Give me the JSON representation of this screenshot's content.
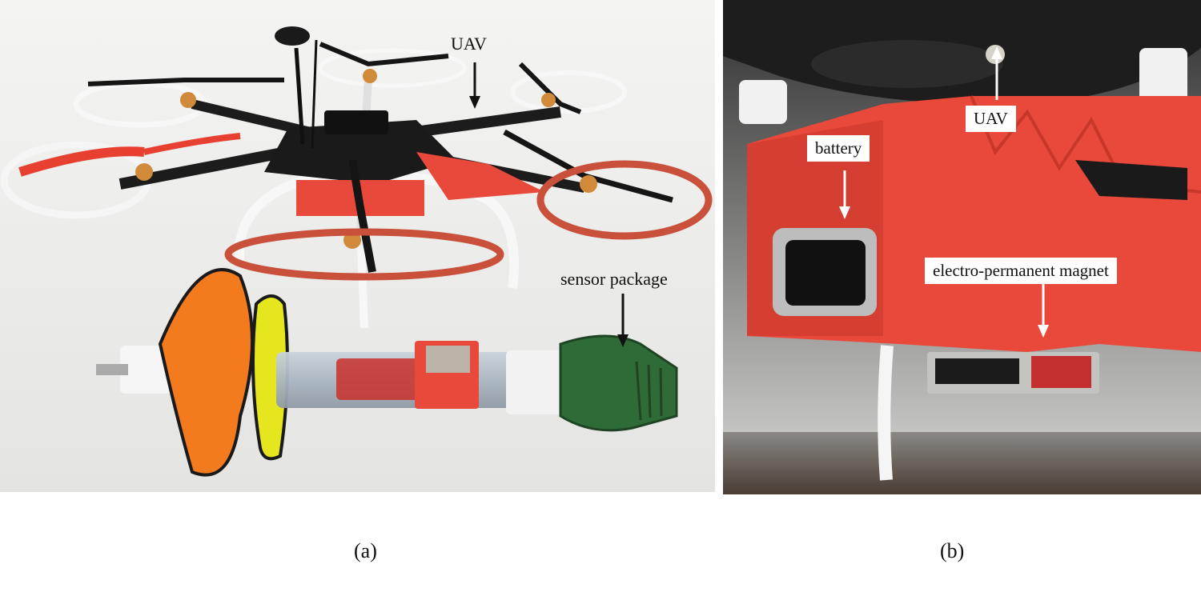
{
  "panel_a": {
    "labels": {
      "uav": "UAV",
      "sensor_package": "sensor package"
    },
    "caption": "(a)"
  },
  "panel_b": {
    "labels": {
      "uav": "UAV",
      "battery": "battery",
      "magnet": "electro-permanent magnet"
    },
    "caption": "(b)"
  },
  "colors": {
    "background_a": "#eeeeec",
    "frame_red": "#e8493a",
    "frame_black": "#1c1c1c",
    "guard_white": "#f7f7f7",
    "guard_orange": "#c9503a",
    "float_orange": "#f47a1e",
    "float_yellow": "#e6e61f",
    "filter_green": "#2f6b37"
  }
}
